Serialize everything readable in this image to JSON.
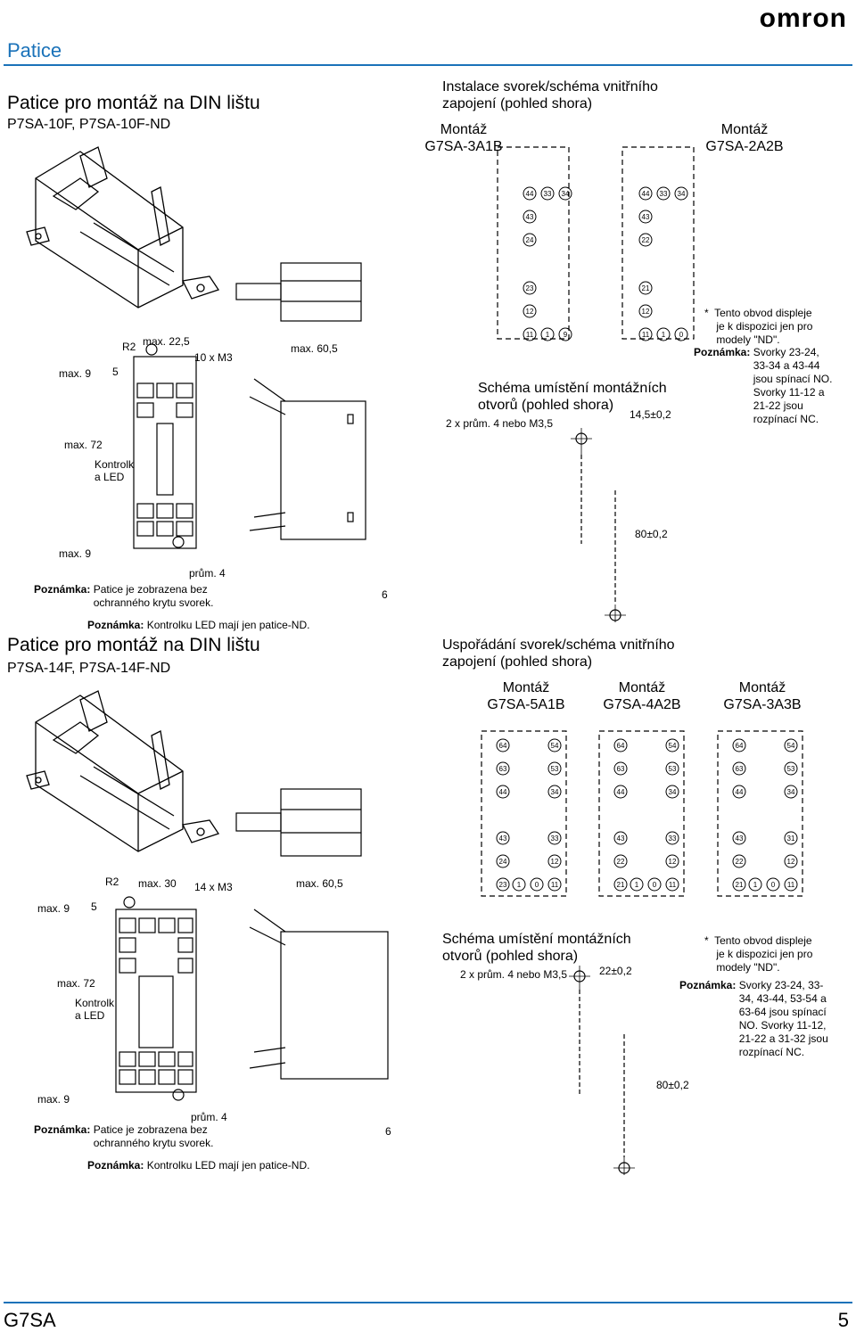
{
  "brand": "omron",
  "page": {
    "section_title": "Patice",
    "footer_product": "G7SA",
    "page_number": "5"
  },
  "section1": {
    "title": "Patice pro montáž na DIN lištu",
    "models": "P7SA-10F, P7SA-10F-ND",
    "dims": {
      "max22": "max. 22,5",
      "r2": "R2",
      "m3": "10 x M3",
      "max9a": "max. 9",
      "five": "5",
      "max72": "max. 72",
      "led": "Kontrolk\na LED",
      "max9b": "max. 9",
      "dia": "prům. 4",
      "max605": "max. 60,5",
      "six": "6"
    },
    "note_socket_label": "Poznámka:",
    "note_socket_text": "Patice je zobrazena bez\nochranného krytu svorek.",
    "note_led_label": "Poznámka:",
    "note_led_text": "Kontrolku LED mají jen patice-ND."
  },
  "install1": {
    "heading": "Instalace svorek/schéma vnitřního\nzapojení (pohled shora)",
    "mount_a": "Montáž\nG7SA-3A1B",
    "mount_b": "Montáž\nG7SA-2A2B",
    "holes_heading": "Schéma umístění montážních\notvorů (pohled shora)",
    "holes_dia": "2 x prům. 4 nebo M3,5",
    "dim_w": "14,5±0,2",
    "dim_h": "80±0,2",
    "star_note": "*  Tento obvod displeje\n    je k dispozici jen pro\n    modely \"ND\".",
    "poznamka_label": "Poznámka:",
    "poznamka_text": "Svorky 23-24,\n33-34 a 43-44\njsou spínací NO.\nSvorky 11-12 a\n21-22 jsou\nrozpínací NC."
  },
  "section2": {
    "title": "Patice pro montáž na DIN lištu",
    "models": "P7SA-14F, P7SA-14F-ND",
    "dims": {
      "max30": "max. 30",
      "r2": "R2",
      "m3": "14 x M3",
      "max9a": "max. 9",
      "five": "5",
      "max72": "max. 72",
      "led": "Kontrolk\na LED",
      "max9b": "max. 9",
      "dia": "prům. 4",
      "max605": "max. 60,5",
      "six": "6"
    },
    "note_socket_label": "Poznámka:",
    "note_socket_text": "Patice je zobrazena bez\nochranného krytu svorek.",
    "note_led_label": "Poznámka:",
    "note_led_text": "Kontrolku LED mají jen patice-ND."
  },
  "install2": {
    "heading": "Uspořádání svorek/schéma vnitřního\nzapojení (pohled shora)",
    "mount_a": "Montáž\nG7SA-5A1B",
    "mount_b": "Montáž\nG7SA-4A2B",
    "mount_c": "Montáž\nG7SA-3A3B",
    "holes_heading": "Schéma umístění montážních\notvorů (pohled shora)",
    "holes_dia": "2 x prům. 4 nebo M3,5",
    "dim_w": "22±0,2",
    "dim_h": "80±0,2",
    "star_note": "*  Tento obvod displeje\n    je k dispozici jen pro\n    modely \"ND\".",
    "poznamka_label": "Poznámka:",
    "poznamka_text": "Svorky 23-24, 33-\n34, 43-44, 53-54 a\n63-64 jsou spínací\nNO. Svorky 11-12,\n21-22 a 31-32 jsou\nrozpínací NC."
  },
  "terminals": {
    "a1": [
      "44",
      "33",
      "34",
      "43",
      "24",
      "23",
      "12",
      "11",
      "1",
      "9"
    ],
    "b1": [
      "44",
      "33",
      "34",
      "43",
      "22",
      "21",
      "12",
      "11",
      "1",
      "0"
    ],
    "a2": [
      "64",
      "54",
      "63",
      "53",
      "44",
      "34",
      "43",
      "33",
      "24",
      "12",
      "23",
      "1",
      "0",
      "11"
    ],
    "b2": [
      "64",
      "54",
      "63",
      "53",
      "44",
      "34",
      "43",
      "33",
      "22",
      "12",
      "21",
      "1",
      "0",
      "11"
    ],
    "c2": [
      "64",
      "54",
      "63",
      "53",
      "44",
      "34",
      "43",
      "31",
      "22",
      "12",
      "21",
      "1",
      "0",
      "11"
    ]
  }
}
